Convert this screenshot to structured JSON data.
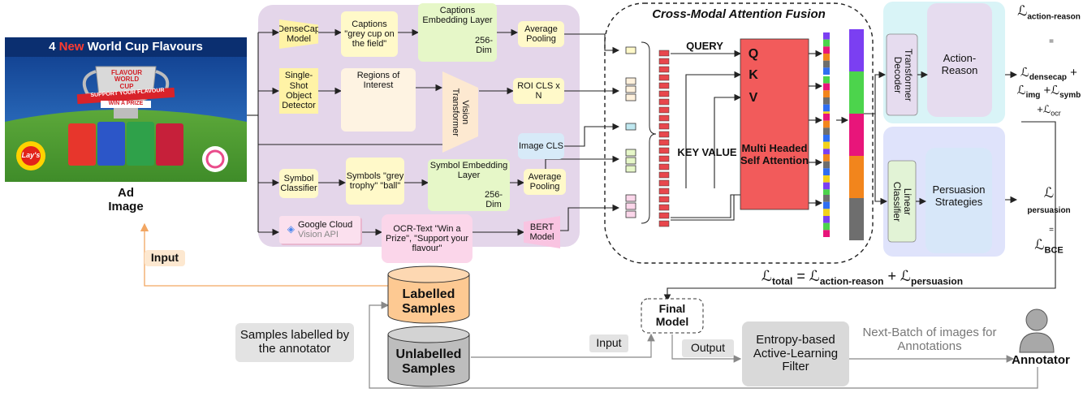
{
  "ad_image": {
    "banner_prefix": "4",
    "banner_new": "New",
    "banner_rest": "World Cup Flavours",
    "trophy_top": "FLAVOUR",
    "trophy_mid": "WORLD",
    "trophy_bot": "CUP",
    "ribbon": "SUPPORT YOUR FLAVOUR",
    "prize": "WIN A PRIZE",
    "brand": "Lay's",
    "caption": "Ad Image"
  },
  "input_label": "Input",
  "encoder": {
    "densecap": "DenseCap Model",
    "captions": "Captions \"grey cup on the field\"",
    "captions_emb_title": "Captions Embedding Layer",
    "dim": "256-Dim",
    "avg_pooling": "Average Pooling",
    "ssd": "Single-Shot Object Detector",
    "roi_title": "Regions of Interest",
    "vit": "Vision Transformer",
    "roi_cls": "ROI CLS x N",
    "image_cls": "Image CLS",
    "symbol_classifier": "Symbol Classifier",
    "symbols": "Symbols \"grey trophy\" \"ball\"",
    "symbol_emb_title": "Symbol Embedding Layer",
    "avg_pooling2": "Average Pooling",
    "google_cloud": "Google Cloud",
    "vision_api": "Vision API",
    "ocr_text": "OCR-Text \"Win a Prize\", \"Support your flavour\"",
    "bert": "BERT Model"
  },
  "fusion": {
    "title": "Cross-Modal Attention Fusion",
    "query": "QUERY",
    "key_value": "KEY VALUE",
    "q": "Q",
    "k": "K",
    "v": "V",
    "mhsa": "Multi Headed Self Attention"
  },
  "heads": {
    "transformer_decoder": "Transformer Decoder",
    "action_reason": "Action-Reason",
    "linear_classifier": "Linear Classifier",
    "persuasion": "Persuasion Strategies"
  },
  "losses": {
    "l_action": "ℒ",
    "l_action_sub": "action-reason",
    "eq": "=",
    "densecap": "ℒ",
    "densecap_sub": "densecap",
    "plus": "+",
    "img": "ℒ",
    "img_sub": "img",
    "symb": "ℒ",
    "symb_sub": "symb",
    "ocr": "ℒ",
    "ocr_sub": "ocr",
    "l_pers": "ℒ",
    "l_pers_sub": "persuasion",
    "bce": "ℒ",
    "bce_sub": "BCE",
    "total": "ℒ",
    "total_sub": "total",
    "total_eq": "= ℒ",
    "total_a_sub": "action-reason",
    "total_plus": "+ ℒ",
    "total_p_sub": "persuasion"
  },
  "active_learning": {
    "labelled": "Labelled Samples",
    "unlabelled": "Unlabelled Samples",
    "samples_by_annotator": "Samples labelled by the annotator",
    "input": "Input",
    "final_model": "Final Model",
    "output": "Output",
    "entropy_filter": "Entropy-based Active-Learning Filter",
    "next_batch": "Next-Batch of images for Annotations",
    "annotator": "Annotator"
  },
  "colors": {
    "encoder_bg": "#e4d6ea",
    "mhsa_fill": "#f25b5b",
    "token_fill": "#e8474d",
    "labelled_db": "#fdc992",
    "unlabelled_db": "#bdbdbd",
    "decoder_panel": "#d9f4f7",
    "persuasion_panel": "#dfe3fb"
  }
}
